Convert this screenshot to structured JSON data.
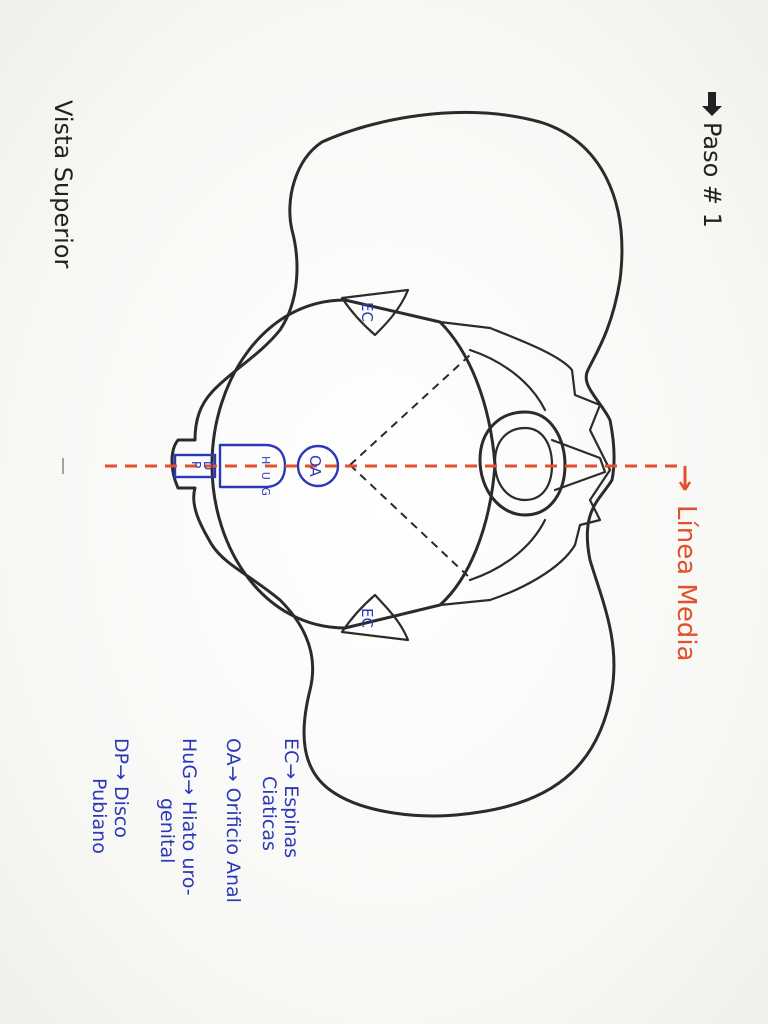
{
  "header": {
    "step_label": "Paso # 1"
  },
  "view_label": "Vista Superior",
  "midline": {
    "label": "Línea Media",
    "color": "#e2502c"
  },
  "structures": {
    "ec_top": "EC",
    "ec_bottom": "EC",
    "oa": "OA",
    "hug": "H U G",
    "dp_d": "D",
    "dp_p": "P"
  },
  "legend": [
    {
      "line1": "EC→ Espinas",
      "line2": "Ciaticas"
    },
    {
      "line1": "OA→ Orificio Anal",
      "line2": ""
    },
    {
      "line1": "HuG→ Hiato uro-",
      "line2": "genital"
    },
    {
      "line1": "DP→ Disco",
      "line2": "Pubiano"
    }
  ],
  "colors": {
    "ink": "#2b2b2b",
    "blue_ink": "#2c38b8",
    "red_ink": "#e2502c"
  }
}
